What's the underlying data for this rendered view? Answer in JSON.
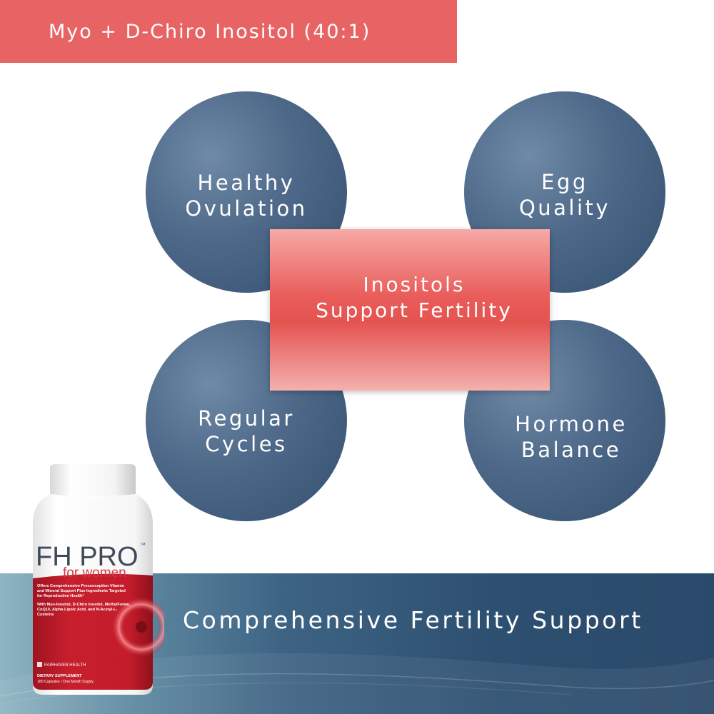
{
  "header": {
    "title": "Myo + D-Chiro Inositol (40:1)"
  },
  "benefits": [
    {
      "label": "Healthy\nOvulation"
    },
    {
      "label": "Egg\nQuality"
    },
    {
      "label": "Regular\nCycles"
    },
    {
      "label": "Hormone\nBalance"
    }
  ],
  "center": {
    "label": "Inositols\nSupport Fertility"
  },
  "footer": {
    "tagline": "Comprehensive Fertility Support"
  },
  "product": {
    "brand": "FH PRO",
    "trademark": "™",
    "subtitle": "for women",
    "bullets": [
      "Offers Comprehensive Preconception Vitamin and Mineral Support Plus Ingredients Targeted for Reproductive Health*",
      "With Myo-Inositol, D-Chiro Inositol, MethylFolate, CoQ10, Alpha Lipoic Acid, and N-Acetyl-L-Cysteine"
    ],
    "maker": "FAIRHAVEN HEALTH",
    "supplement_label": "DIETARY SUPPLEMENT",
    "count_label": "180 Capsules / One Month Supply"
  },
  "colors": {
    "banner": "#e86464",
    "circle": "#4d6888",
    "footer": "#2d4f70",
    "label_red": "#c8202c"
  }
}
